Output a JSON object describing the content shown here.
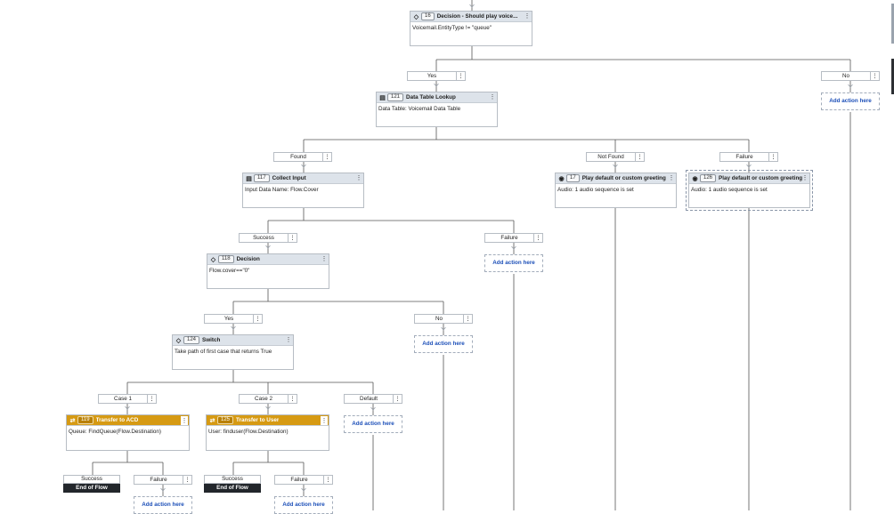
{
  "nodes": {
    "decision16": {
      "icon": "◇",
      "id": "16",
      "name": "Decision - Should play voice...",
      "body": "Voicemail.EntityType != \"queue\""
    },
    "table121": {
      "icon": "▤",
      "id": "121",
      "name": "Data Table Lookup",
      "body": "Data Table: Voicemail Data Table"
    },
    "collect117": {
      "icon": "▤",
      "id": "117",
      "name": "Collect Input",
      "body": "Input Data Name: Flow.Cover"
    },
    "play17": {
      "icon": "◉",
      "id": "17",
      "name": "Play default or custom greeting",
      "body": "Audio: 1 audio sequence is set"
    },
    "play126": {
      "icon": "◉",
      "id": "126",
      "name": "Play default or custom greeting",
      "body": "Audio: 1 audio sequence is set"
    },
    "decision118": {
      "icon": "◇",
      "id": "118",
      "name": "Decision",
      "body": "Flow.cover==\"0\""
    },
    "switch124": {
      "icon": "◇",
      "id": "124",
      "name": "Switch",
      "body": "Take path of first case that returns True"
    },
    "acd119": {
      "icon": "⇄",
      "id": "119",
      "name": "Transfer to ACD",
      "body": "Queue: FindQueue(Flow.Destination)"
    },
    "user125": {
      "icon": "⇄",
      "id": "125",
      "name": "Transfer to User",
      "body": "User: finduser(Flow.Destination)"
    }
  },
  "paths": {
    "yes16": "Yes",
    "no16": "No",
    "found": "Found",
    "notfound": "Not Found",
    "failure121": "Failure",
    "success117": "Success",
    "failure117": "Failure",
    "yes118": "Yes",
    "no118": "No",
    "case1": "Case 1",
    "case2": "Case 2",
    "default": "Default"
  },
  "more_glyph": "⋮",
  "add_action": "Add action here",
  "outcomes": {
    "acd_success": "Success",
    "acd_eof": "End of Flow",
    "acd_failure": "Failure",
    "user_success": "Success",
    "user_eof": "End of Flow",
    "user_failure": "Failure"
  },
  "colors": {
    "header": "#dde3ea",
    "transfer_header": "#d69a13",
    "link": "#1c4fb8",
    "end_of_flow": "#22262b"
  }
}
